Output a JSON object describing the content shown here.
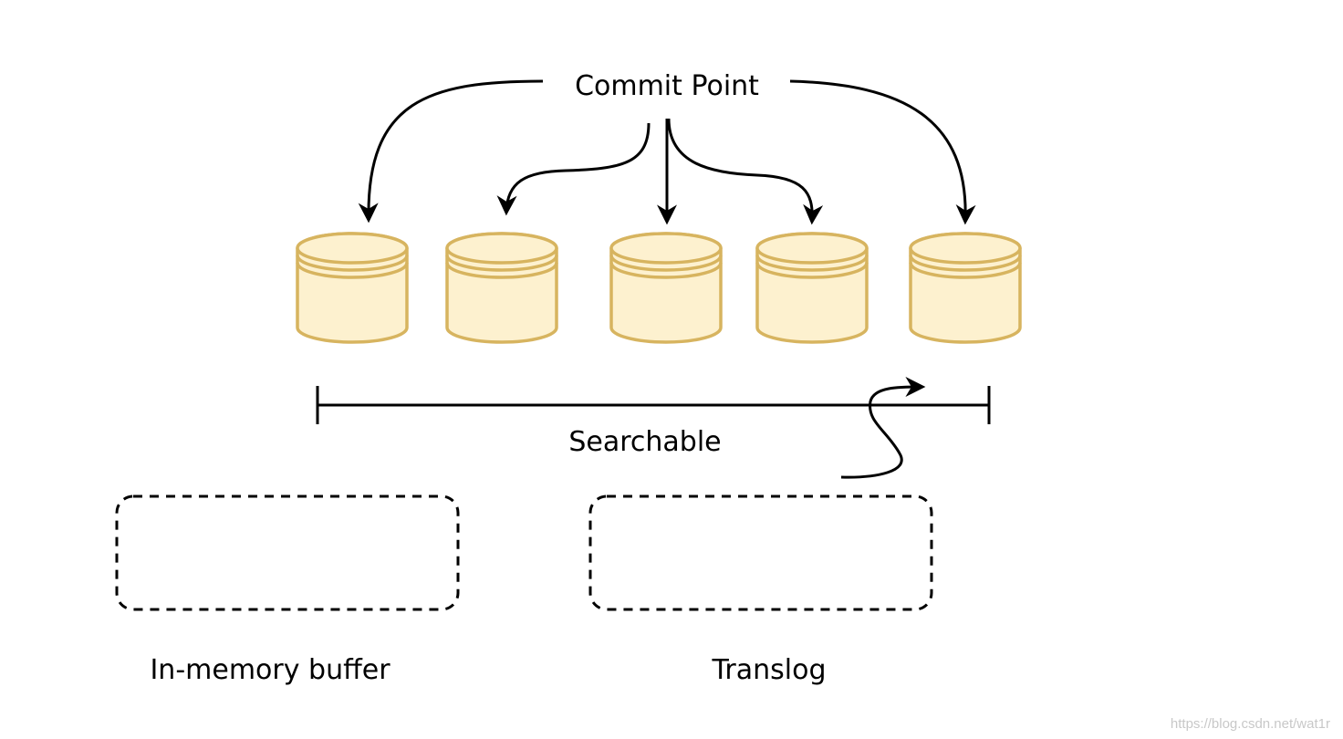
{
  "labels": {
    "commit_point": "Commit Point",
    "searchable": "Searchable",
    "in_memory_buffer": "In-memory buffer",
    "translog": "Translog"
  },
  "watermark": "https://blog.csdn.net/wat1r",
  "segments": [
    {
      "id": "segment-1"
    },
    {
      "id": "segment-2"
    },
    {
      "id": "segment-3"
    },
    {
      "id": "segment-4"
    },
    {
      "id": "segment-5"
    }
  ],
  "colors": {
    "segment_fill": "#fdf1cf",
    "segment_stroke": "#d7b45f",
    "line": "#000000",
    "background": "#ffffff",
    "watermark": "#c8c8c8"
  }
}
